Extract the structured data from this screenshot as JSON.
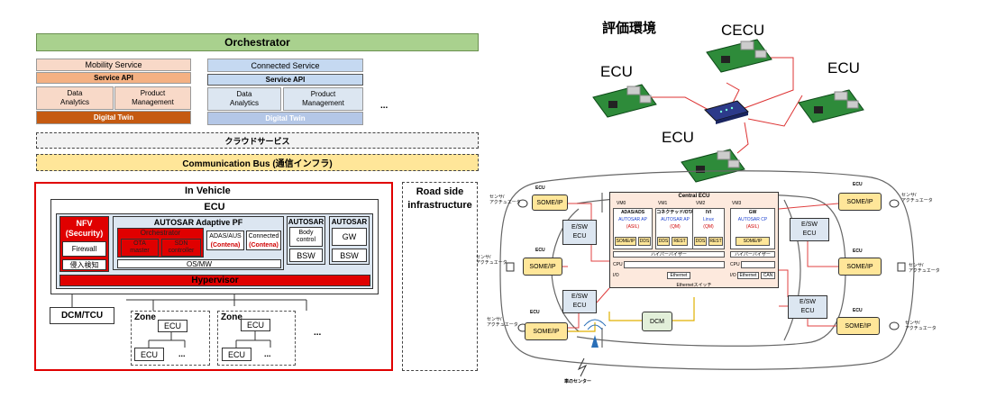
{
  "left": {
    "orchestrator": "Orchestrator",
    "mobility": {
      "title": "Mobility Service",
      "api": "Service API",
      "data_analytics": "Data\nAnalytics",
      "product_mgmt": "Product\nManagement",
      "digital_twin": "Digital Twin"
    },
    "connected": {
      "title": "Connected Service",
      "api": "Service API",
      "data_analytics": "Data\nAnalytics",
      "product_mgmt": "Product\nManagement",
      "digital_twin": "Digital Twin"
    },
    "ellipsis": "...",
    "cloud_service": "クラウドサービス",
    "comm_bus": "Communication Bus (通信インフラ)",
    "in_vehicle": "In Vehicle",
    "ecu": "ECU",
    "nfv": "NFV\n(Security)",
    "firewall": "Firewall",
    "intrusion": "侵入検知",
    "autosar_ap": "AUTOSAR Adaptive PF",
    "orchestrator_app": "Orchestrator",
    "ota_master": "OTA\nmaster",
    "sdn_controller": "SDN\ncontroller",
    "adas": "ADAS/AUS",
    "adas_contena": "(Contena)",
    "connected_app": "Connected",
    "connected_contena": "(Contena)",
    "os_mw": "OS/MW",
    "autosar1": "AUTOSAR",
    "body_control": "Body\ncontrol",
    "bsw1": "BSW",
    "autosar2": "AUTOSAR",
    "gw": "GW",
    "bsw2": "BSW",
    "hypervisor": "Hypervisor",
    "road_side": "Road side\ninfrastructure",
    "dcm_tcu": "DCM/TCU",
    "zone1": "Zone",
    "zone2": "Zone",
    "ecu_label": "ECU",
    "zone_ellipsis": "...",
    "bottom_ellipsis": "..."
  },
  "right": {
    "eval_env": "評価環境",
    "cecu": "CECU",
    "ecu_left": "ECU",
    "ecu_right": "ECU",
    "ecu_bottom": "ECU",
    "car": {
      "central_ecu": "Central ECU",
      "vm0": "VM0",
      "vm1": "VM1",
      "vm2": "VM2",
      "vm3": "VM3",
      "adas_ads": "ADAS/ADS",
      "connect_ota": "コネクテッド/OTA",
      "ivi": "IVI",
      "gw": "GW",
      "autosar_ap": "AUTOSAR AP",
      "autosar_cp": "AUTOSAR CP",
      "linux": "Linux",
      "asil": "(ASIL)",
      "qm": "(QM)",
      "someip": "SOME/IP",
      "dds": "DDS",
      "rest": "REST",
      "hypervisor": "ハイパーバイザー",
      "cpu": "CPU",
      "io": "I/O",
      "ethernet": "Ethernet",
      "can": "CAN",
      "ethernet_switch": "Ethernetスイッチ",
      "ecu": "ECU",
      "esw_ecu": "E/SW\nECU",
      "sensor": "センサ/\nアクチュエータ",
      "dcm": "DCM",
      "center": "車のセンター"
    }
  }
}
